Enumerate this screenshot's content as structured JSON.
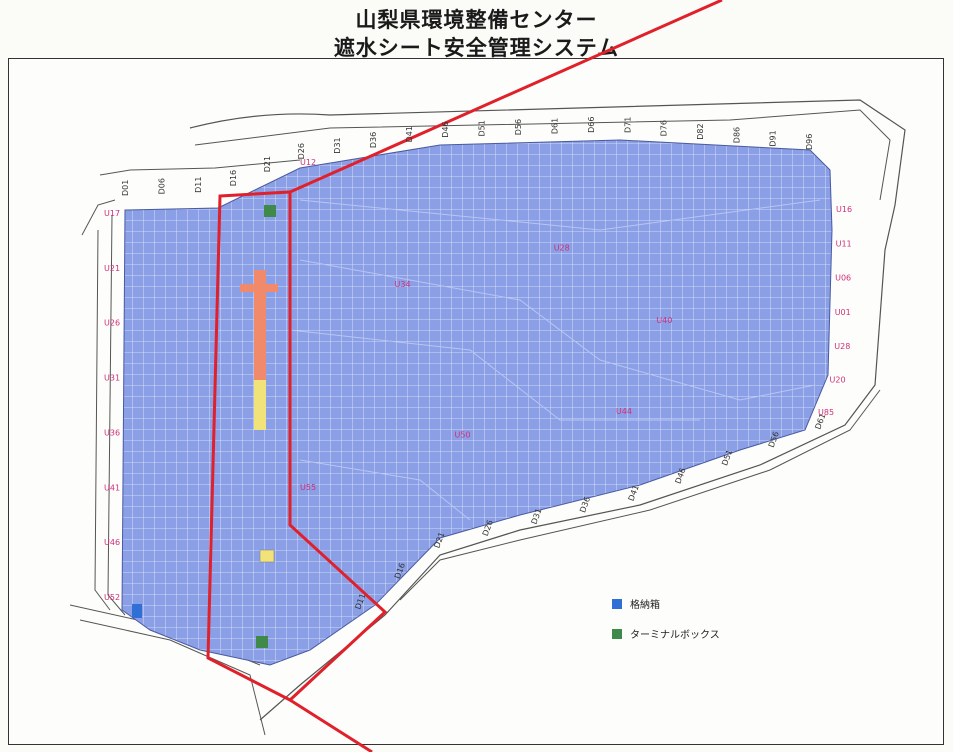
{
  "title_line1": "山梨県環境整備センター",
  "title_line2": "遮水シート安全管理システム",
  "legend": [
    {
      "label": "格納箱",
      "color": "#2f6fd6"
    },
    {
      "label": "ターミナルボックス",
      "color": "#3f8a4a"
    }
  ],
  "colors": {
    "sheet": "#8a9fe6",
    "grid": "#e8ecfb",
    "highlight": "#e0202a",
    "pipe_orange": "#f08a6a",
    "pipe_yellow": "#f2e27a"
  },
  "top_labels": [
    "D01",
    "D06",
    "D11",
    "D16",
    "D21",
    "D26",
    "D31",
    "D36",
    "D41",
    "D46",
    "D51",
    "D56",
    "D61",
    "D66",
    "D71",
    "D76",
    "D82",
    "D86",
    "D91",
    "D96"
  ],
  "left_labels": [
    "U17",
    "U21",
    "U26",
    "U31",
    "U36",
    "U41",
    "U46",
    "U52"
  ],
  "right_labels": [
    "U16",
    "U11",
    "U06",
    "U01",
    "U28",
    "U20",
    "U85"
  ],
  "bottom_labels": [
    "D11",
    "D16",
    "D21",
    "D26",
    "D31",
    "D36",
    "D41",
    "D46",
    "D51",
    "D56",
    "D61"
  ],
  "inner_labels": [
    "U12",
    "U34",
    "U28",
    "U40",
    "U44",
    "U50",
    "U55"
  ]
}
